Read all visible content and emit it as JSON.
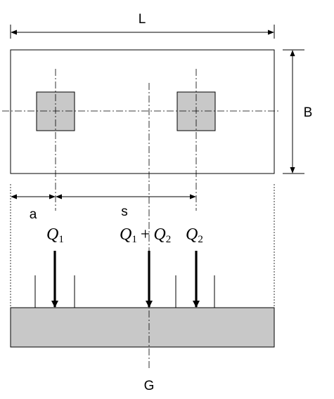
{
  "labels": {
    "length": "L",
    "width": "B",
    "edge_distance": "a",
    "spacing": "s",
    "resultant_point": "G"
  },
  "loads": {
    "q1": {
      "symbol": "Q",
      "subscript": "1"
    },
    "resultant": {
      "first": "Q",
      "first_sub": "1",
      "operator": "+",
      "second": "Q",
      "second_sub": "2"
    },
    "q2": {
      "symbol": "Q",
      "subscript": "2"
    }
  },
  "colors": {
    "column_fill": "#c8c8c8",
    "footing_fill": "#c8c8c8",
    "stroke": "#000000"
  }
}
